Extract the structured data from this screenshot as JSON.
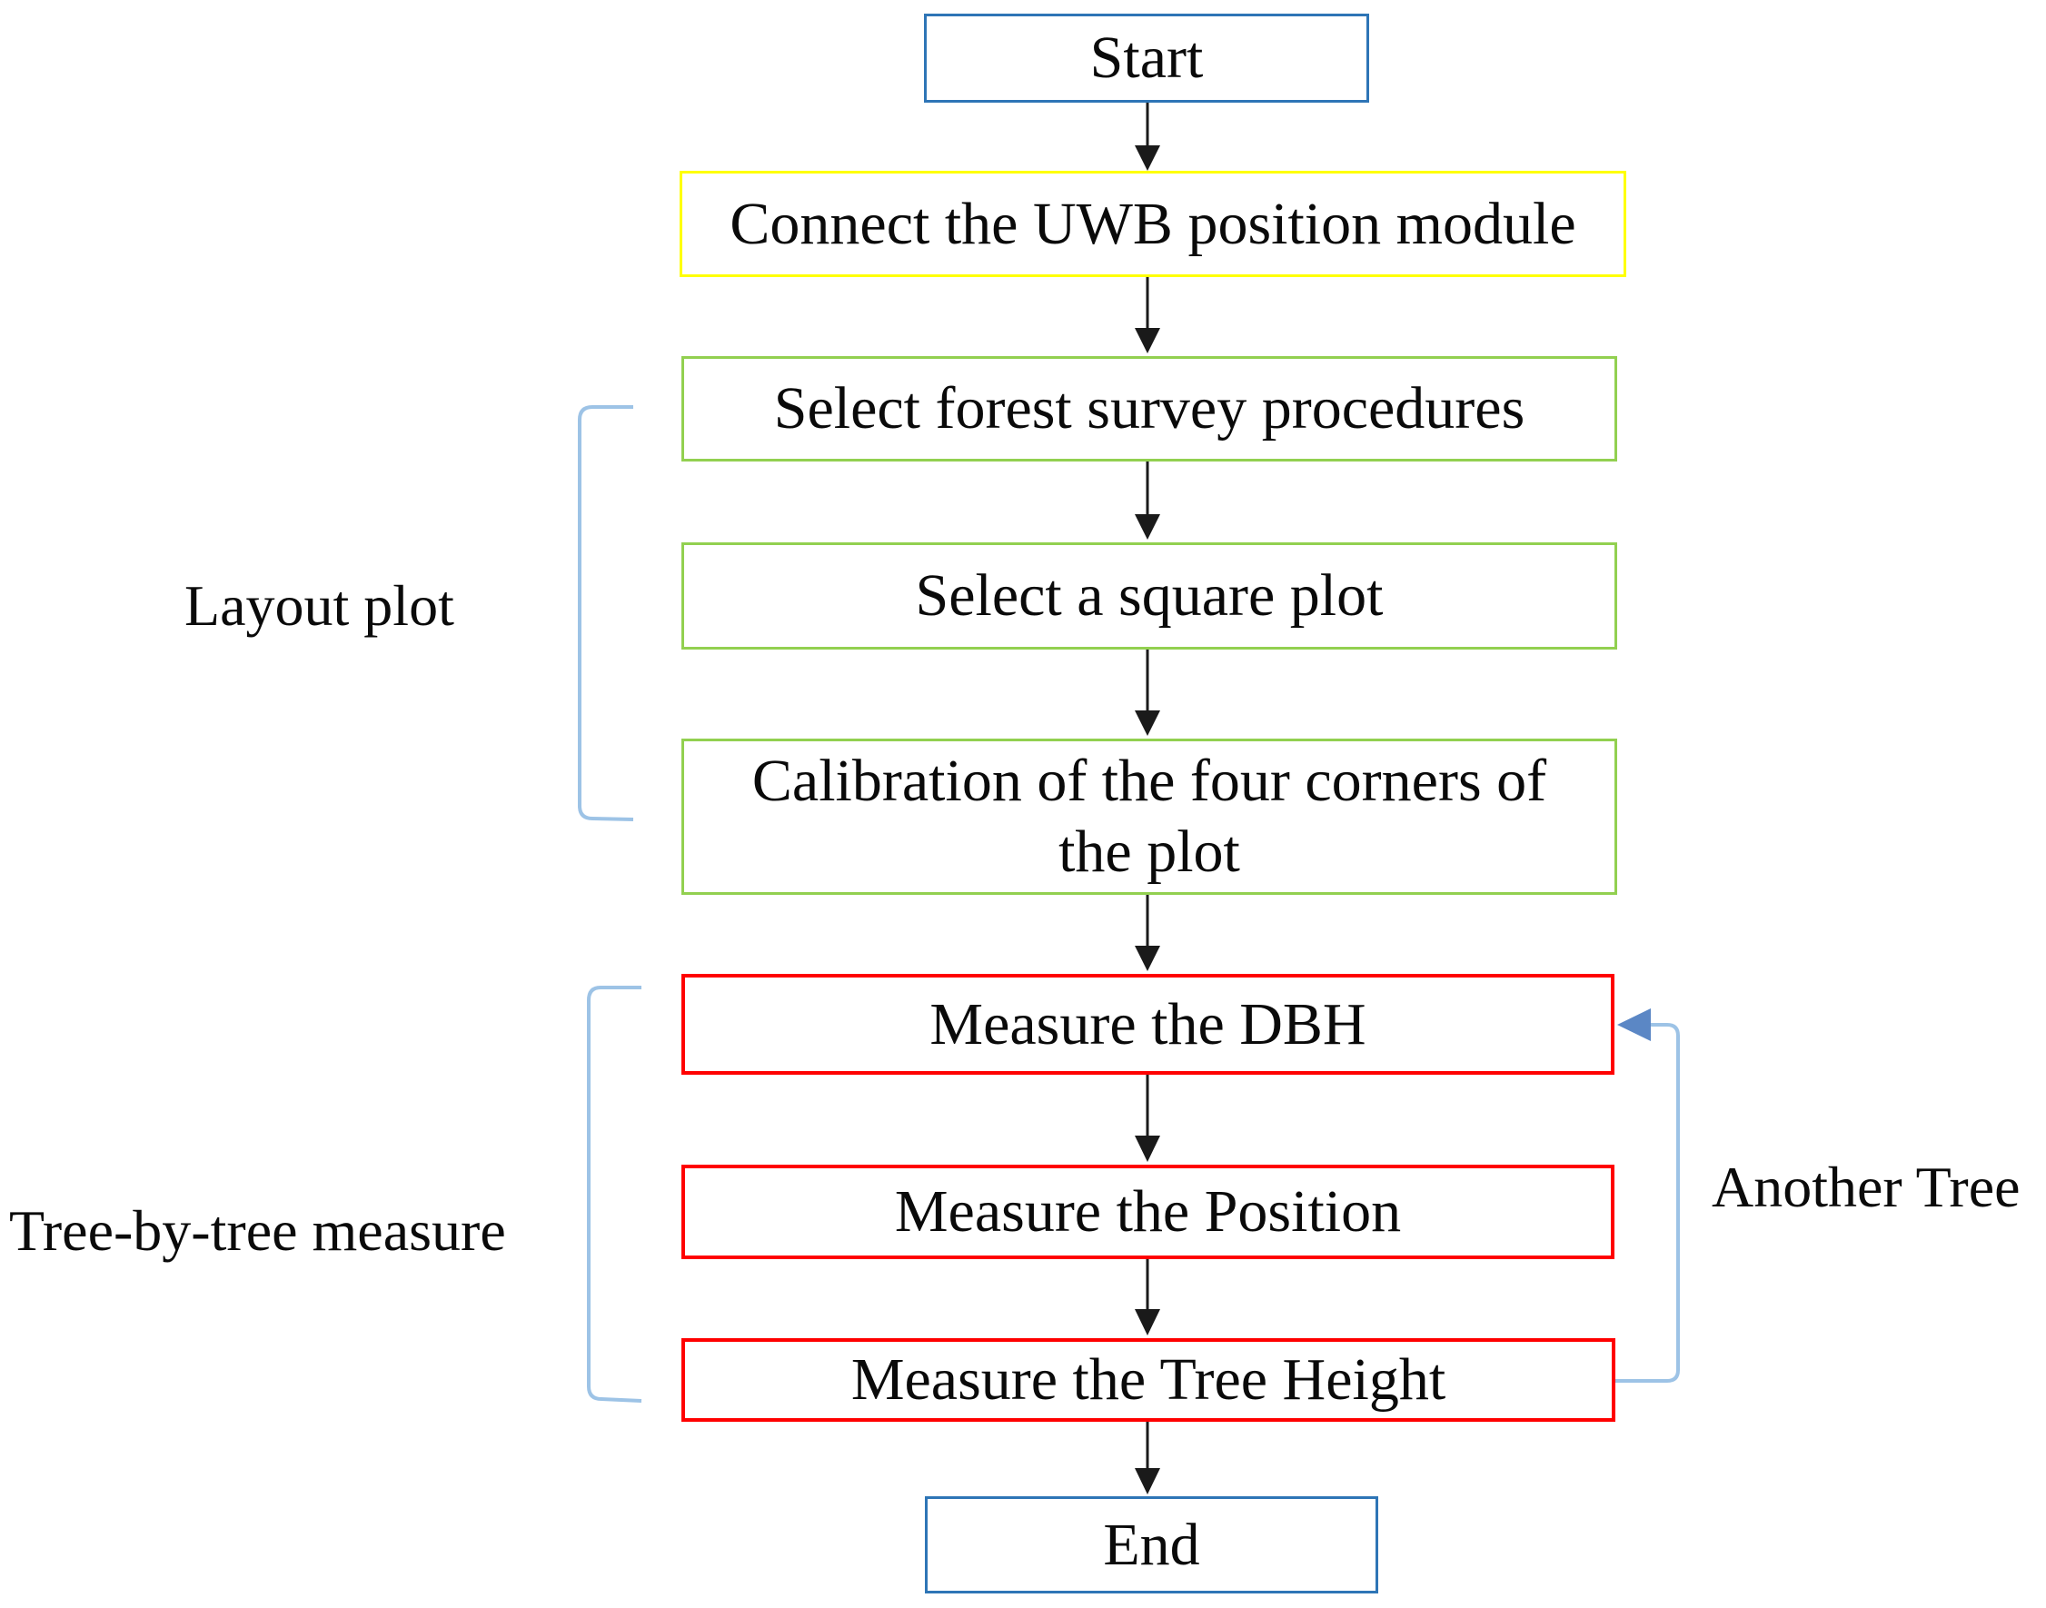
{
  "diagram": {
    "type": "flowchart",
    "nodes": [
      {
        "id": "start",
        "label": "Start",
        "border_color": "#2E75B6"
      },
      {
        "id": "connect-uwb",
        "label": "Connect the UWB position module",
        "border_color": "#FFFF00"
      },
      {
        "id": "select-procedures",
        "label": "Select forest survey procedures",
        "border_color": "#92D050"
      },
      {
        "id": "select-plot",
        "label": "Select a square plot",
        "border_color": "#92D050"
      },
      {
        "id": "calibration",
        "label": "Calibration of the four corners of\nthe plot",
        "border_color": "#92D050"
      },
      {
        "id": "measure-dbh",
        "label": "Measure the DBH",
        "border_color": "#FF0000"
      },
      {
        "id": "measure-position",
        "label": "Measure the Position",
        "border_color": "#FF0000"
      },
      {
        "id": "measure-height",
        "label": "Measure the Tree Height",
        "border_color": "#FF0000"
      },
      {
        "id": "end",
        "label": "End",
        "border_color": "#2E75B6"
      }
    ],
    "annotations": [
      {
        "id": "layout-plot",
        "label": "Layout plot"
      },
      {
        "id": "tree-by-tree",
        "label": "Tree-by-tree measure"
      },
      {
        "id": "another-tree",
        "label": "Another Tree"
      }
    ],
    "colors": {
      "flow_arrow": "#1a1a1a",
      "bracket_blue": "#9DC3E6",
      "loop_line_blue": "#9DC3E6",
      "loop_arrowhead_blue": "#5B87C5",
      "text": "#0a0a0a",
      "background": "#ffffff"
    }
  }
}
